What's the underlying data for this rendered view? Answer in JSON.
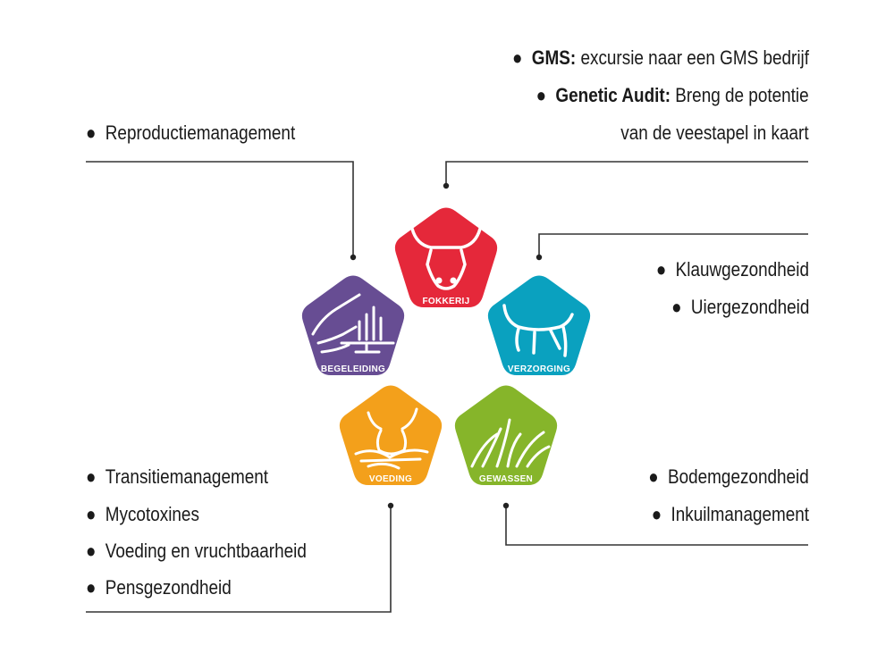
{
  "segments": {
    "fokkerij": {
      "label": "FOKKERIJ",
      "color": "#e5283a",
      "icon": "bull-head-icon",
      "items": [
        {
          "strong": "GMS:",
          "text": " excursie naar een GMS bedrijf"
        },
        {
          "strong": "Genetic Audit:",
          "text": " Breng de potentie",
          "continuation": "van de veestapel in kaart"
        }
      ]
    },
    "verzorging": {
      "label": "VERZORGING",
      "color": "#0aa1bf",
      "icon": "udder-icon",
      "items": [
        "Klauwgezondheid",
        "Uiergezondheid"
      ]
    },
    "gewassen": {
      "label": "GEWASSEN",
      "color": "#86b52a",
      "icon": "grass-icon",
      "items": [
        "Bodemgezondheid",
        "Inkuilmanagement"
      ]
    },
    "voeding": {
      "label": "VOEDING",
      "color": "#f3a01b",
      "icon": "cow-eating-icon",
      "items": [
        "Transitiemanagement",
        "Mycotoxines",
        "Voeding en vruchtbaarheid",
        "Pensgezondheid"
      ]
    },
    "begeleiding": {
      "label": "BEGELEIDING",
      "color": "#674d93",
      "icon": "hand-chart-icon",
      "items": [
        "Reproductiemanagement"
      ]
    }
  }
}
